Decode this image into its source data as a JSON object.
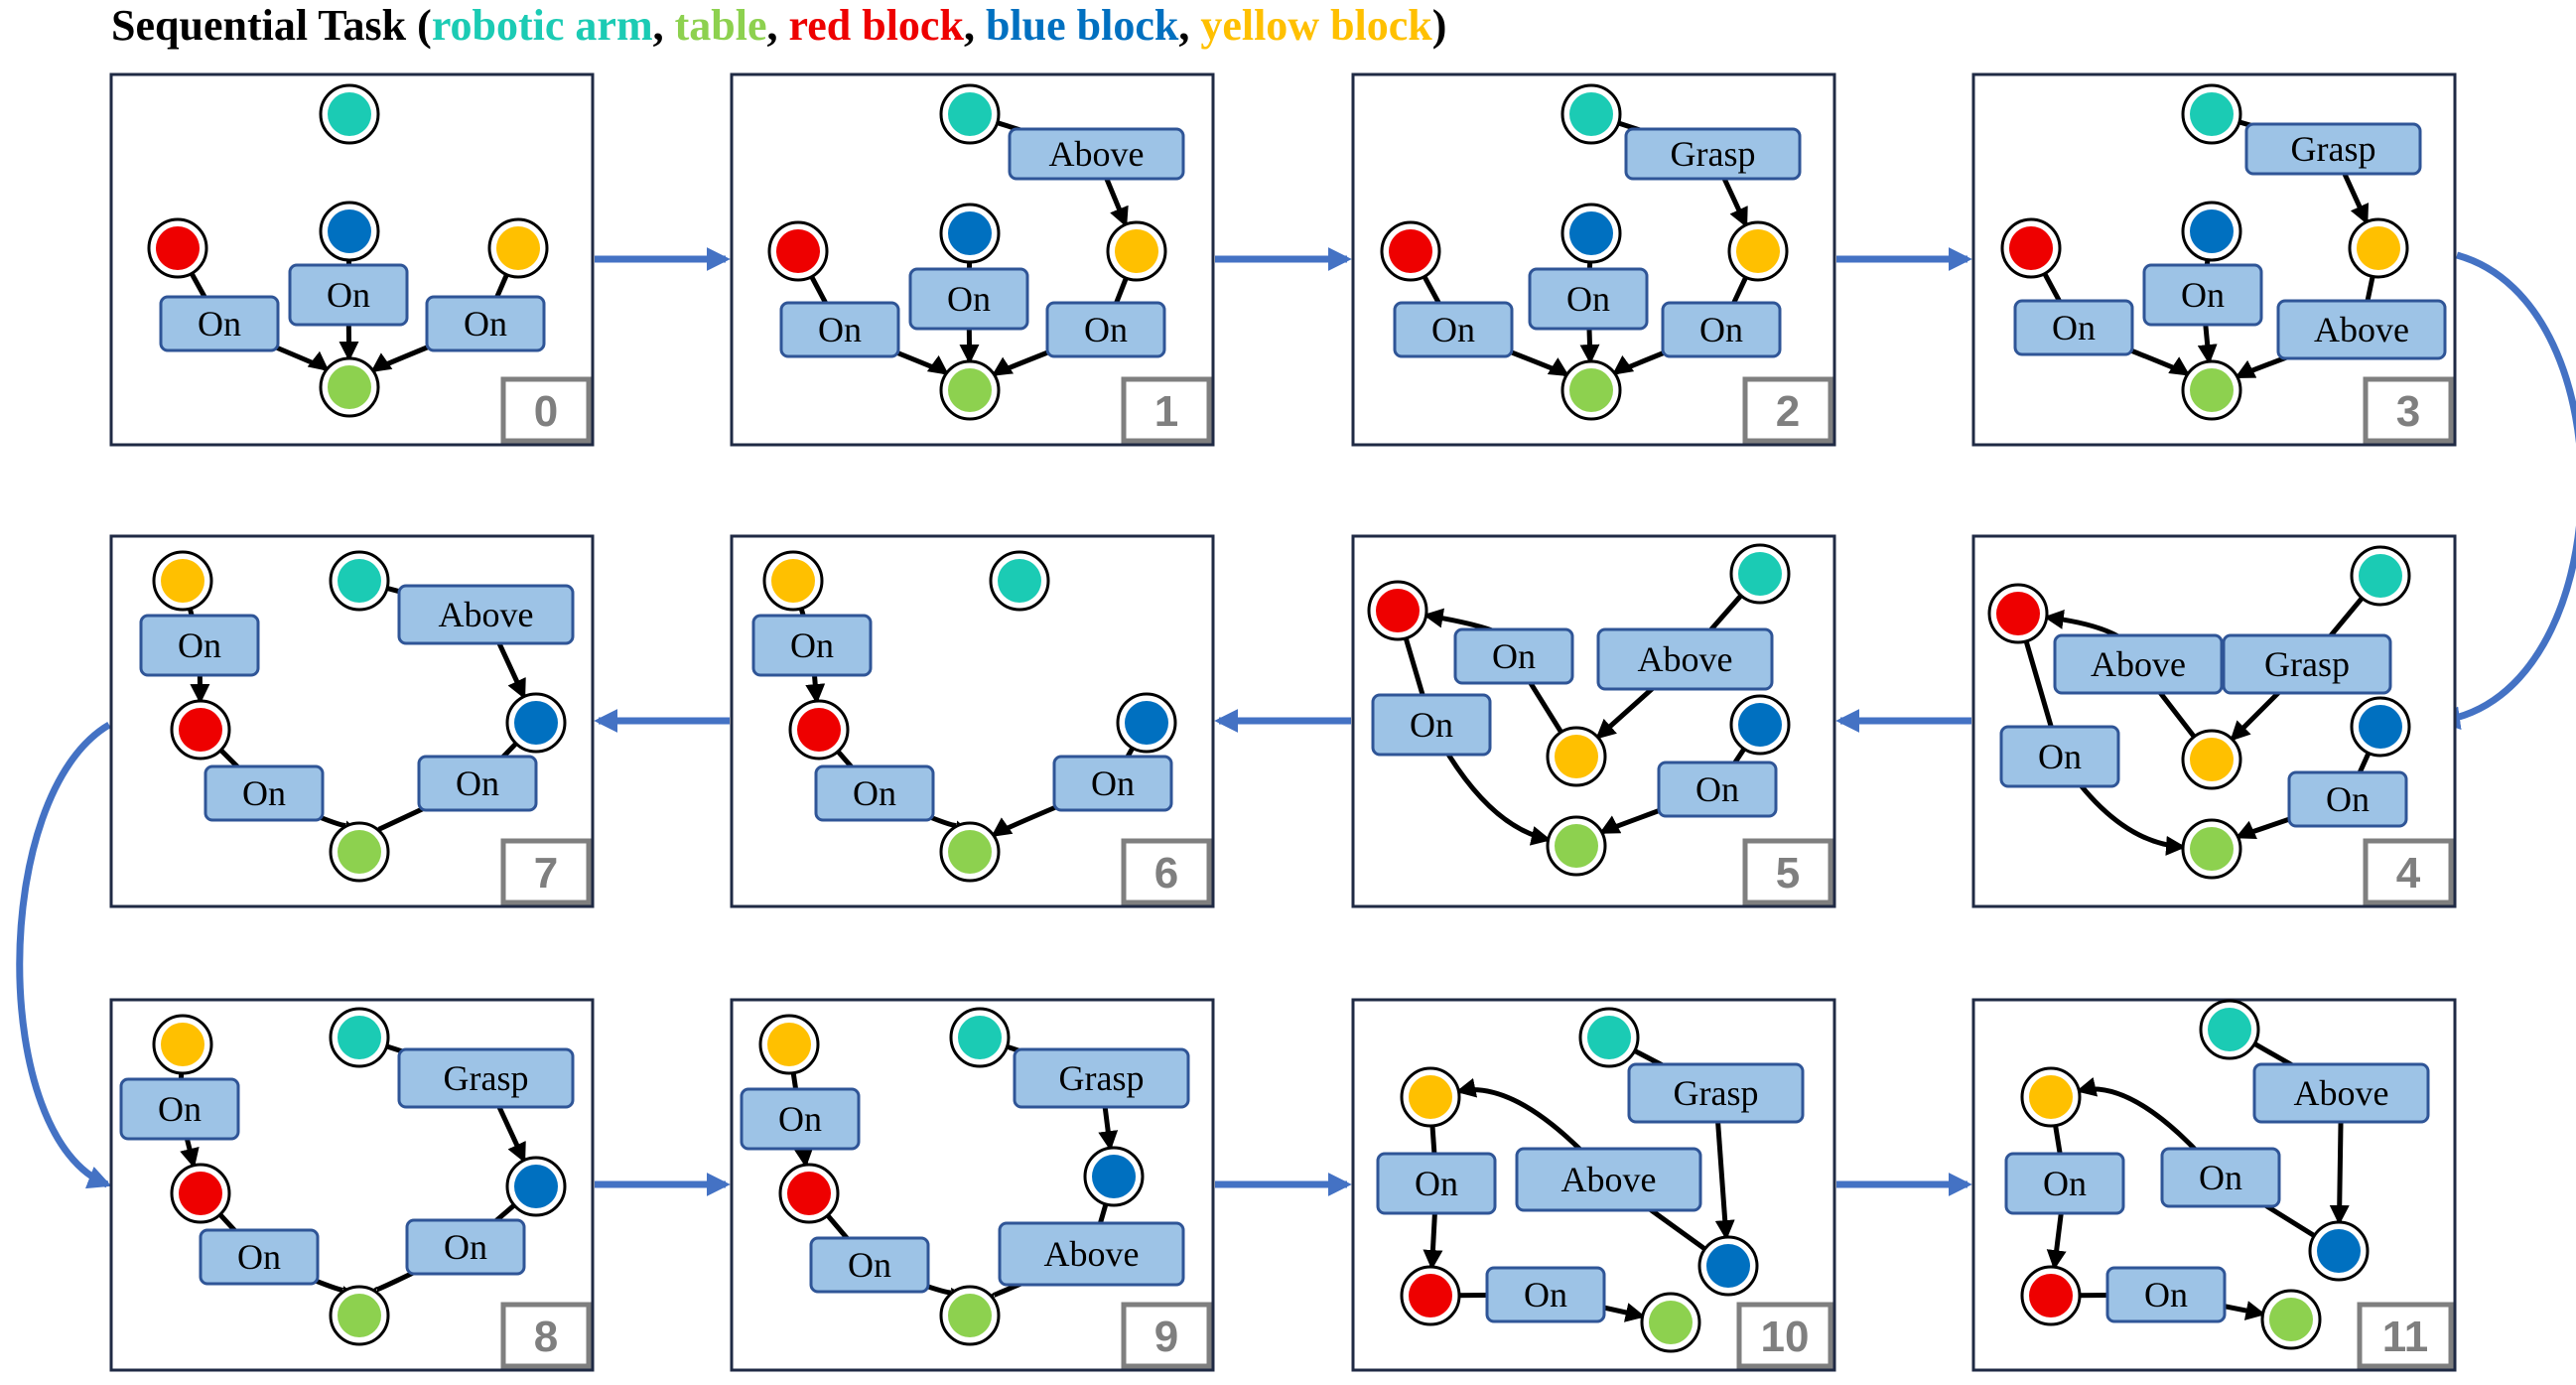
{
  "title": {
    "prefix": "Sequential Task (",
    "separator": ", ",
    "suffix": ")",
    "legend": [
      {
        "label": "robotic arm",
        "color": "#1BCBB4"
      },
      {
        "label": "table",
        "color": "#8DD14F"
      },
      {
        "label": "red block",
        "color": "#EE0000"
      },
      {
        "label": "blue block",
        "color": "#0070C0"
      },
      {
        "label": "yellow block",
        "color": "#FFC000"
      }
    ]
  },
  "colors": {
    "arm": "#1BCBB4",
    "table": "#8DD14F",
    "red": "#EE0000",
    "blue": "#0070C0",
    "yellow": "#FFC000",
    "relation_fill": "#9DC3E6",
    "relation_border": "#2F5597",
    "flow_arrow": "#4472C4",
    "step_badge": "#7F7F7F"
  },
  "steps": [
    {
      "number": "0",
      "relations": [
        {
          "from": "red",
          "to": "table",
          "label": "On"
        },
        {
          "from": "blue",
          "to": "table",
          "label": "On"
        },
        {
          "from": "yellow",
          "to": "table",
          "label": "On"
        }
      ]
    },
    {
      "number": "1",
      "relations": [
        {
          "from": "red",
          "to": "table",
          "label": "On"
        },
        {
          "from": "blue",
          "to": "table",
          "label": "On"
        },
        {
          "from": "yellow",
          "to": "table",
          "label": "On"
        },
        {
          "from": "arm",
          "to": "yellow",
          "label": "Above"
        }
      ]
    },
    {
      "number": "2",
      "relations": [
        {
          "from": "red",
          "to": "table",
          "label": "On"
        },
        {
          "from": "blue",
          "to": "table",
          "label": "On"
        },
        {
          "from": "yellow",
          "to": "table",
          "label": "On"
        },
        {
          "from": "arm",
          "to": "yellow",
          "label": "Grasp"
        }
      ]
    },
    {
      "number": "3",
      "relations": [
        {
          "from": "red",
          "to": "table",
          "label": "On"
        },
        {
          "from": "blue",
          "to": "table",
          "label": "On"
        },
        {
          "from": "yellow",
          "to": "table",
          "label": "Above"
        },
        {
          "from": "arm",
          "to": "yellow",
          "label": "Grasp"
        }
      ]
    },
    {
      "number": "4",
      "relations": [
        {
          "from": "red",
          "to": "table",
          "label": "On"
        },
        {
          "from": "yellow",
          "to": "red",
          "label": "Above"
        },
        {
          "from": "arm",
          "to": "yellow",
          "label": "Grasp"
        },
        {
          "from": "blue",
          "to": "table",
          "label": "On"
        }
      ]
    },
    {
      "number": "5",
      "relations": [
        {
          "from": "red",
          "to": "table",
          "label": "On"
        },
        {
          "from": "yellow",
          "to": "red",
          "label": "On"
        },
        {
          "from": "arm",
          "to": "yellow",
          "label": "Above"
        },
        {
          "from": "blue",
          "to": "table",
          "label": "On"
        }
      ]
    },
    {
      "number": "6",
      "relations": [
        {
          "from": "yellow",
          "to": "red",
          "label": "On"
        },
        {
          "from": "red",
          "to": "table",
          "label": "On"
        },
        {
          "from": "blue",
          "to": "table",
          "label": "On"
        }
      ]
    },
    {
      "number": "7",
      "relations": [
        {
          "from": "yellow",
          "to": "red",
          "label": "On"
        },
        {
          "from": "arm",
          "to": "blue",
          "label": "Above"
        },
        {
          "from": "red",
          "to": "table",
          "label": "On"
        },
        {
          "from": "blue",
          "to": "table",
          "label": "On"
        }
      ]
    },
    {
      "number": "8",
      "relations": [
        {
          "from": "yellow",
          "to": "red",
          "label": "On"
        },
        {
          "from": "arm",
          "to": "blue",
          "label": "Grasp"
        },
        {
          "from": "red",
          "to": "table",
          "label": "On"
        },
        {
          "from": "blue",
          "to": "table",
          "label": "On"
        }
      ]
    },
    {
      "number": "9",
      "relations": [
        {
          "from": "yellow",
          "to": "red",
          "label": "On"
        },
        {
          "from": "arm",
          "to": "blue",
          "label": "Grasp"
        },
        {
          "from": "red",
          "to": "table",
          "label": "On"
        },
        {
          "from": "blue",
          "to": "table",
          "label": "Above"
        }
      ]
    },
    {
      "number": "10",
      "relations": [
        {
          "from": "arm",
          "to": "blue",
          "label": "Grasp"
        },
        {
          "from": "yellow",
          "to": "red",
          "label": "On"
        },
        {
          "from": "blue",
          "to": "yellow",
          "label": "Above"
        },
        {
          "from": "red",
          "to": "table",
          "label": "On"
        }
      ]
    },
    {
      "number": "11",
      "relations": [
        {
          "from": "arm",
          "to": "blue",
          "label": "Above"
        },
        {
          "from": "yellow",
          "to": "red",
          "label": "On"
        },
        {
          "from": "blue",
          "to": "yellow",
          "label": "On"
        },
        {
          "from": "red",
          "to": "table",
          "label": "On"
        }
      ]
    }
  ]
}
